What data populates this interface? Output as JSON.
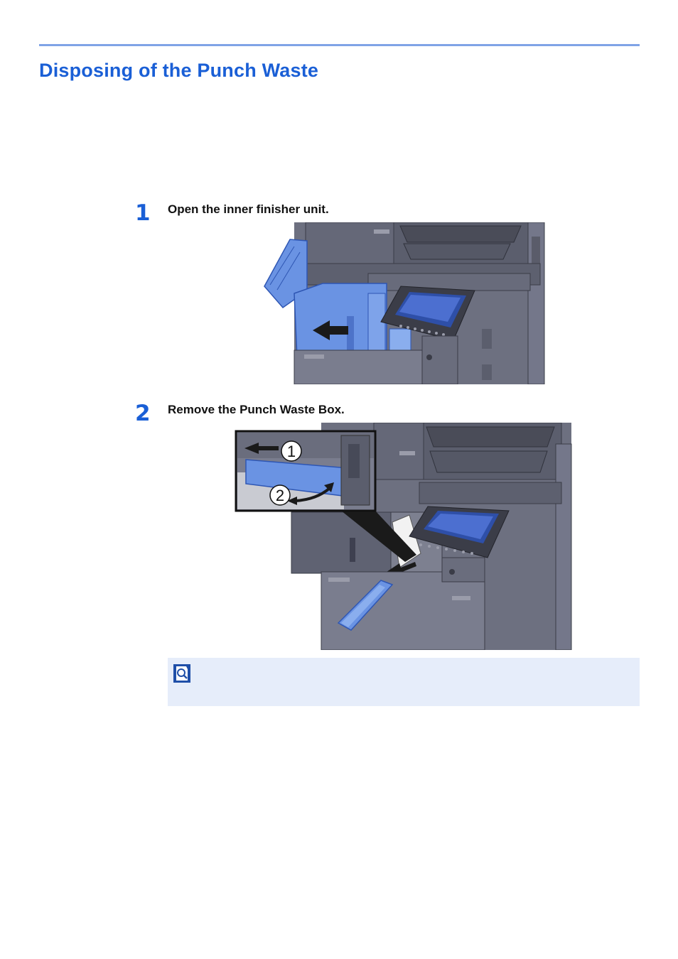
{
  "page": {
    "title": "Disposing of the Punch Waste"
  },
  "steps": [
    {
      "number": "1",
      "text": "Open the inner finisher unit."
    },
    {
      "number": "2",
      "text": "Remove the Punch Waste Box."
    }
  ],
  "callouts": [
    "1",
    "2"
  ],
  "note": {
    "icon": "note-magnifier-icon",
    "text": ""
  },
  "colors": {
    "accent": "#1a5fd6",
    "rule": "#7fa3e6",
    "note_bg": "#e6edfa",
    "machine_body": "#6d7080",
    "highlight_part": "#6a93e3"
  }
}
